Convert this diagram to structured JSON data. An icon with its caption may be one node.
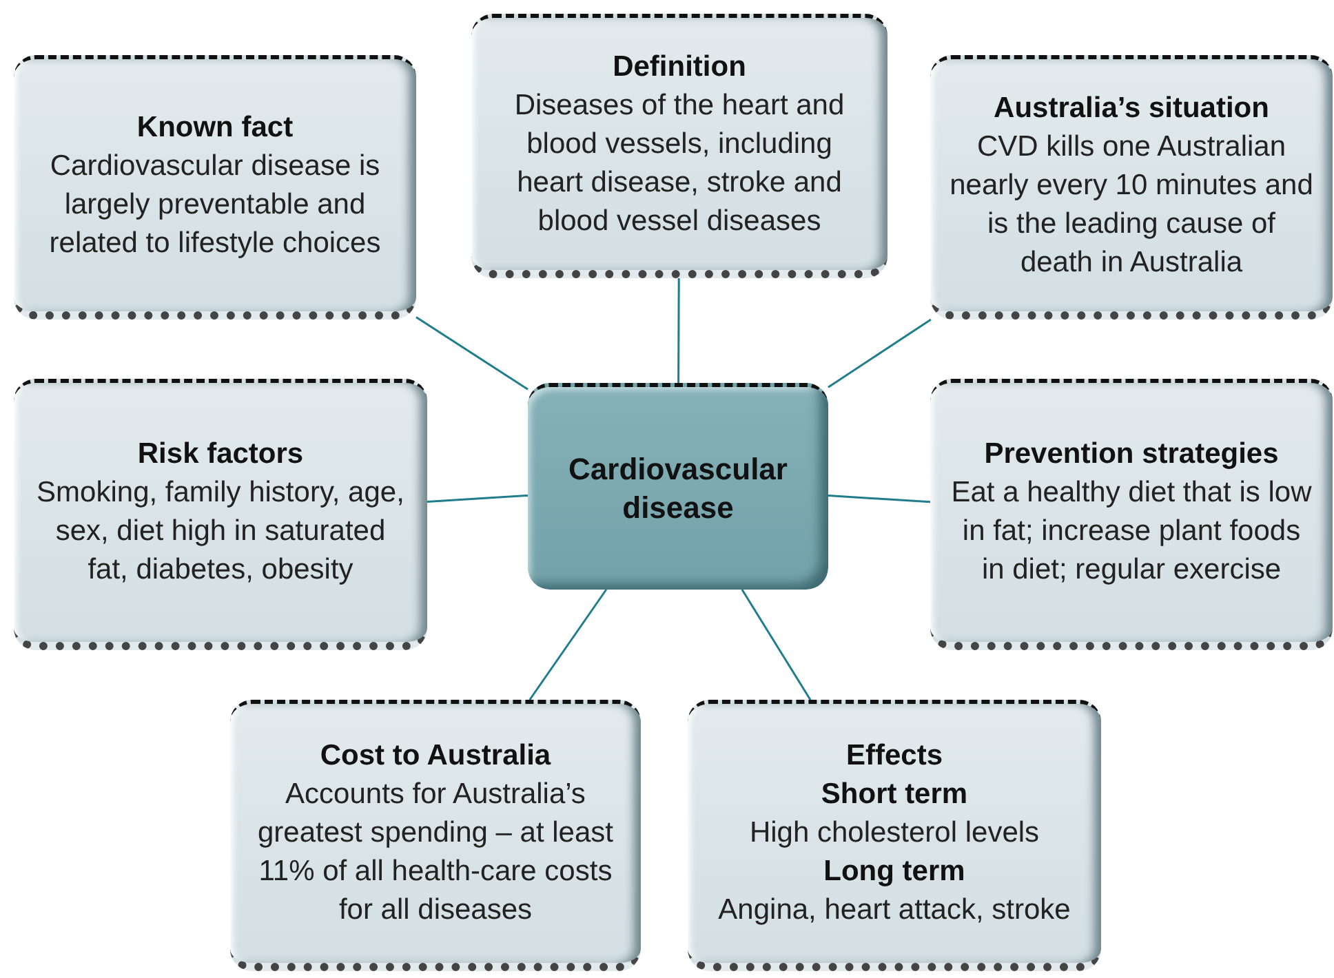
{
  "diagram": {
    "nodes": [
      {
        "text": [
          "Known fact",
          "Cardiovascular disease is largely preventable and related to lifestyle choices"
        ]
      },
      {
        "text": [
          "Definition",
          "Diseases of the heart and blood vessels, including heart disease, stroke and blood vessel diseases"
        ]
      },
      {
        "text": [
          "Australia’s situation",
          "CVD kills one Australian nearly every 10 minutes and is the leading cause of death in Australia"
        ]
      },
      {
        "text": [
          "Risk factors",
          "Smoking, family history, age, sex, diet high in saturated fat, diabetes, obesity"
        ]
      },
      {
        "text": [
          "Cardiovascular disease"
        ]
      },
      {
        "text": [
          "Prevention strategies",
          "Eat a healthy diet that is low in fat; increase plant foods in diet; regular exercise"
        ]
      },
      {
        "text": [
          "Cost to Australia",
          "Accounts for Australia’s greatest spending – at least 11% of all health-care costs for all diseases"
        ]
      },
      {
        "text": [
          "Effects",
          "Short term",
          "High cholesterol levels",
          "Long term",
          "Angina, heart attack, stroke"
        ]
      }
    ],
    "edges": [
      {
        "from": 4,
        "to": 0,
        "arrow": "none"
      },
      {
        "from": 4,
        "to": 1,
        "arrow": "none"
      },
      {
        "from": 4,
        "to": 2,
        "arrow": "none"
      },
      {
        "from": 4,
        "to": 3,
        "arrow": "none"
      },
      {
        "from": 4,
        "to": 5,
        "arrow": "none"
      },
      {
        "from": 4,
        "to": 6,
        "arrow": "none"
      },
      {
        "from": 4,
        "to": 7,
        "arrow": "none"
      }
    ]
  }
}
